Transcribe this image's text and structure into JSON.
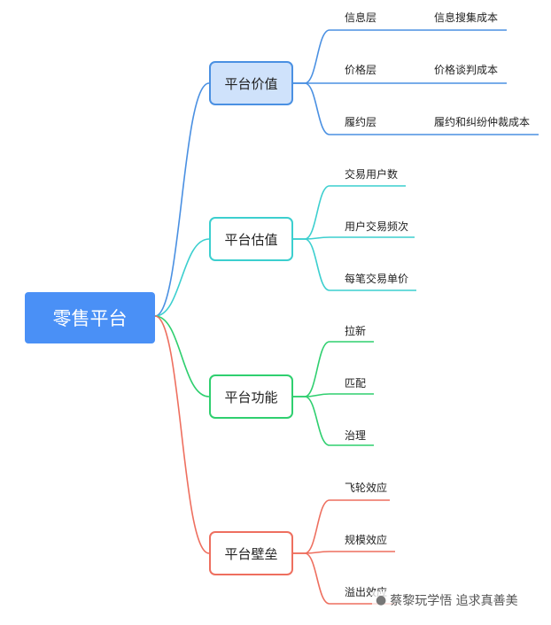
{
  "root": "零售平台",
  "branches": [
    {
      "label": "平台价值",
      "color": "#4a90e2",
      "fill": "#cfe2fb",
      "children": [
        {
          "label": "信息层",
          "detail": "信息搜集成本"
        },
        {
          "label": "价格层",
          "detail": "价格谈判成本"
        },
        {
          "label": "履约层",
          "detail": "履约和纠纷仲裁成本"
        }
      ]
    },
    {
      "label": "平台估值",
      "color": "#3ccfcf",
      "fill": "#ffffff",
      "children": [
        {
          "label": "交易用户数"
        },
        {
          "label": "用户交易频次"
        },
        {
          "label": "每笔交易单价"
        }
      ]
    },
    {
      "label": "平台功能",
      "color": "#2fcf6f",
      "fill": "#ffffff",
      "children": [
        {
          "label": "拉新"
        },
        {
          "label": "匹配"
        },
        {
          "label": "治理"
        }
      ]
    },
    {
      "label": "平台壁垒",
      "color": "#ee6f5f",
      "fill": "#ffffff",
      "children": [
        {
          "label": "飞轮效应"
        },
        {
          "label": "规模效应"
        },
        {
          "label": "溢出效应"
        }
      ]
    }
  ],
  "watermark": "蔡黎玩学悟 追求真善美",
  "watermark_icon": "wechat-icon"
}
